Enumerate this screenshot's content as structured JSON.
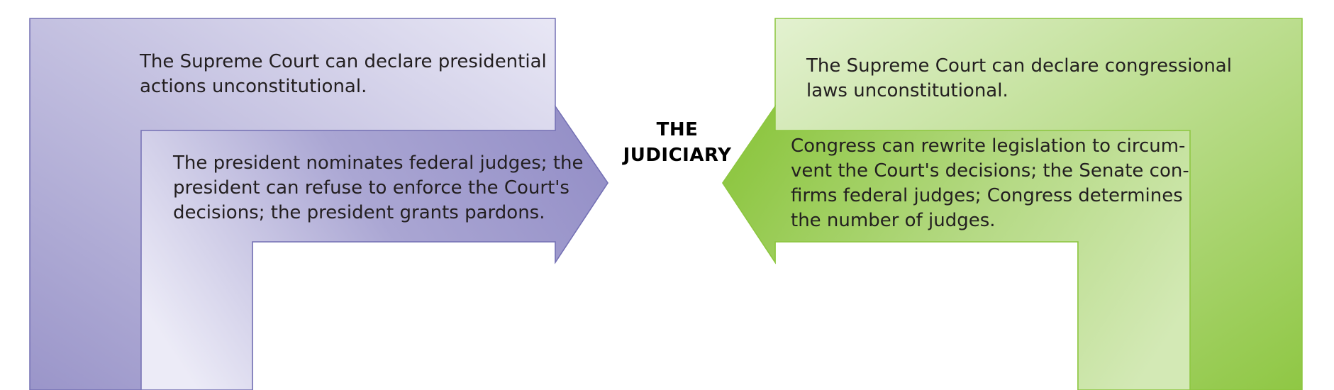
{
  "title": [
    "THE",
    "JUDICIARY"
  ],
  "left": {
    "outer_text": [
      "The Supreme Court can declare presidential",
      "actions unconstitutional."
    ],
    "inner_text": [
      "The president nominates federal judges; the",
      "president can refuse to enforce the Court's",
      "decisions; the president grants pardons."
    ]
  },
  "right": {
    "outer_text": [
      "The Supreme Court can declare congressional",
      "laws unconstitutional."
    ],
    "inner_text": [
      "Congress can rewrite legislation to circum-",
      "vent the Court's decisions; the Senate con-",
      "firms federal judges; Congress determines",
      "the number of judges."
    ]
  },
  "colors": {
    "purple_dark": "#9a95c9",
    "purple_light": "#ecebf7",
    "purple_stroke": "#7470b4",
    "green_dark": "#8fc744",
    "green_light": "#e7f3d7",
    "green_stroke": "#8cc63f"
  }
}
